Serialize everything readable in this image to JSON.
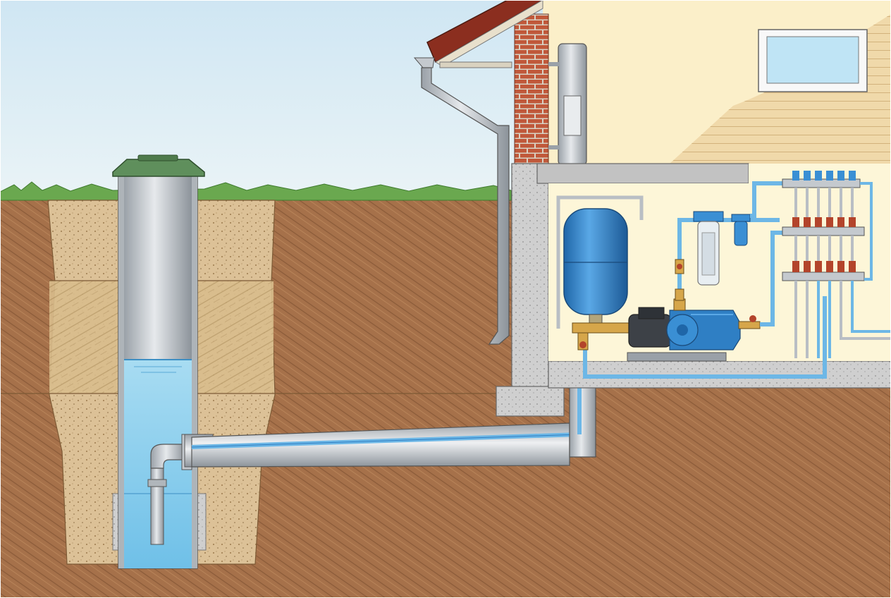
{
  "scene": {
    "colors": {
      "sky_top": "#cfe6f3",
      "sky_bottom": "#e9f3f6",
      "grass": "#6aa84f",
      "soil": "#a6714a",
      "soil_dark": "#8a5a38",
      "sand": "#d9bd8c",
      "concrete": "#c9c9c9",
      "water": "#8fd0ee",
      "pipe_gray": "#b9bec4",
      "pipe_blue": "#6db7e6",
      "tank_blue": "#2f7fc4",
      "house_wall": "#fbefc9",
      "basement_wall": "#fdf6d8",
      "siding": "#f0d9aa",
      "brick": "#c0583a",
      "roof": "#8b2e1f",
      "well_cap": "#5f8f5c",
      "valve_red": "#b3442b"
    },
    "icons": {
      "well": "concrete-well-shaft",
      "tank": "pressure-tank-icon",
      "pump": "surface-pump-icon",
      "filter": "water-filter-icon",
      "manifold": "distribution-manifold-icon"
    },
    "manifold_ports": {
      "top_row": 6,
      "middle_row": 6,
      "bottom_row": 6
    }
  }
}
